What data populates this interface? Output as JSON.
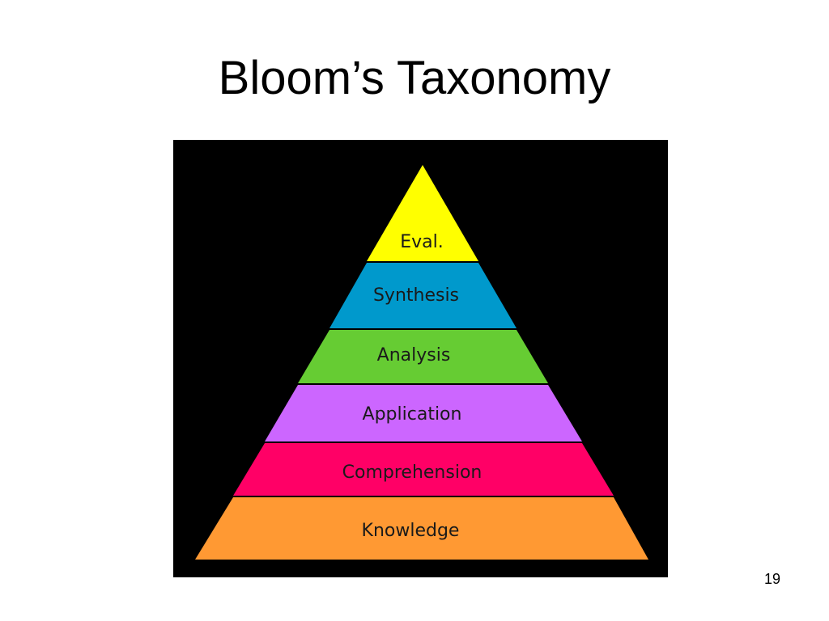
{
  "slide": {
    "title": "Bloom’s Taxonomy",
    "page_number": "19"
  },
  "pyramid": {
    "background": "#000000",
    "layers": [
      {
        "label": "Eval.",
        "color": "#FFFF00"
      },
      {
        "label": "Synthesis",
        "color": "#0099CC"
      },
      {
        "label": "Analysis",
        "color": "#66CC33"
      },
      {
        "label": "Application",
        "color": "#CC66FF"
      },
      {
        "label": "Comprehension",
        "color": "#FF0066"
      },
      {
        "label": "Knowledge",
        "color": "#FF9933"
      }
    ]
  }
}
